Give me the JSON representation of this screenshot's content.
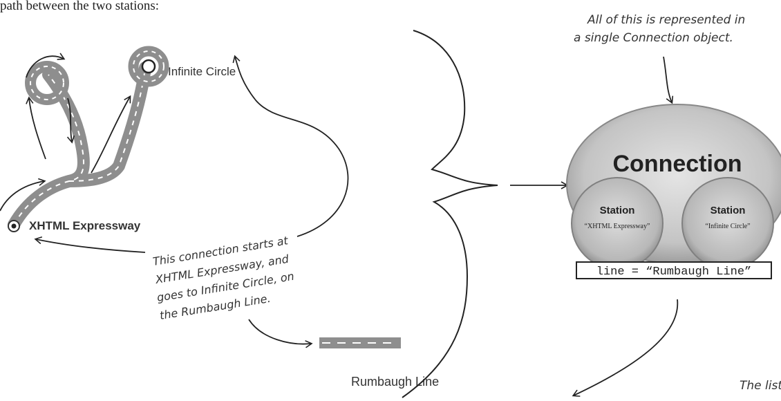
{
  "intro_text": "path between the two stations:",
  "map": {
    "station_a_label": "XHTML Expressway",
    "station_b_label": "Infinite Circle",
    "line_label": "Rumbaugh Line"
  },
  "annotations": {
    "top_right": [
      "All of this is represented in",
      "a single Connection object."
    ],
    "connection_note": [
      "This connection starts at",
      "XHTML Expressway, and",
      "goes to Infinite Circle, on",
      "the Rumbaugh Line."
    ],
    "bottom_right": "The list"
  },
  "connection_object": {
    "title": "Connection",
    "station_left": {
      "title": "Station",
      "value": "“XHTML Expressway”"
    },
    "station_right": {
      "title": "Station",
      "value": "“Infinite Circle”"
    },
    "line_field": "line = “Rumbaugh Line”"
  },
  "colors": {
    "road": "#8e8e8e",
    "road_dash": "#ffffff",
    "ink": "#222222",
    "object_fill": "#c9c9c9",
    "object_edge": "#7a7a7a"
  }
}
